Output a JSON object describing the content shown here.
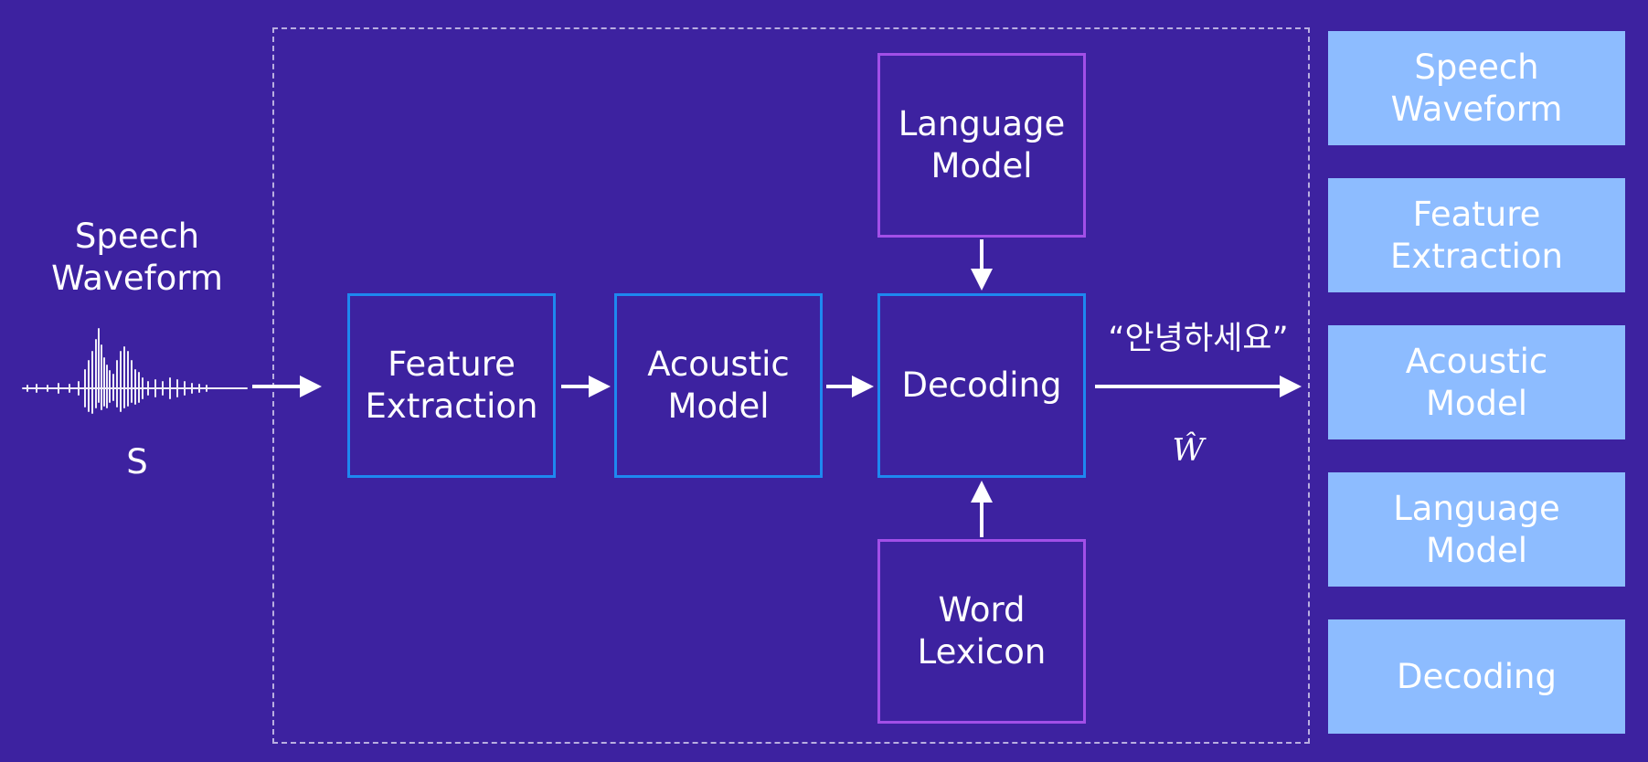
{
  "input": {
    "label": "Speech\nWaveform",
    "symbol": "S"
  },
  "pipeline": {
    "feature_extraction": "Feature\nExtraction",
    "acoustic_model": "Acoustic\nModel",
    "decoding": "Decoding",
    "language_model": "Language\nModel",
    "word_lexicon": "Word\nLexicon"
  },
  "output": {
    "text": "“안녕하세요”",
    "symbol": "Ŵ"
  },
  "side_list": [
    "Speech\nWaveform",
    "Feature\nExtraction",
    "Acoustic\nModel",
    "Language\nModel",
    "Decoding"
  ],
  "colors": {
    "background": "#3d22a0",
    "blue_border": "#1e88f0",
    "purple_border": "#a24fe8",
    "side_box": "#8dbcff"
  }
}
